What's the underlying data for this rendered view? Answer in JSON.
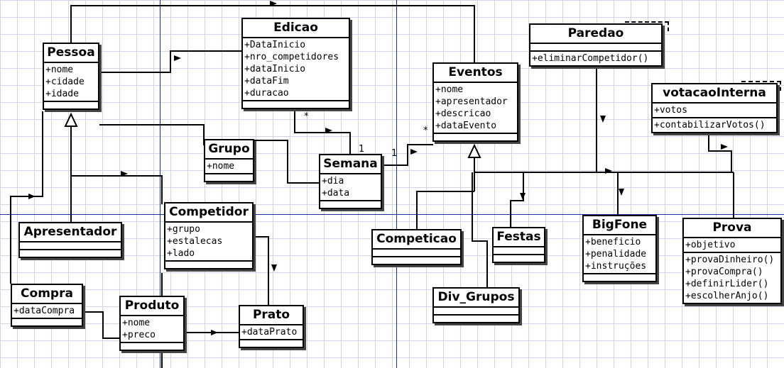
{
  "classes": {
    "pessoa": {
      "name": "Pessoa",
      "attributes": [
        "+nome",
        "+cidade",
        "+idade"
      ],
      "methods": []
    },
    "edicao": {
      "name": "Edicao",
      "attributes": [
        "+DataInicio",
        "+nro_competidores",
        "+dataInicio",
        "+dataFim",
        "+duracao"
      ],
      "methods": []
    },
    "eventos": {
      "name": "Eventos",
      "attributes": [
        "+nome",
        "+apresentador",
        "+descricao",
        "+dataEvento"
      ],
      "methods": []
    },
    "paredao": {
      "name": "Paredao",
      "attributes": [],
      "methods": [
        "+eliminarCompetidor()"
      ]
    },
    "votacao": {
      "name": "votacaoInterna",
      "attributes": [
        "+votos"
      ],
      "methods": [
        "+contabilizarVotos()"
      ]
    },
    "grupo": {
      "name": "Grupo",
      "attributes": [
        "+nome"
      ],
      "methods": []
    },
    "semana": {
      "name": "Semana",
      "attributes": [
        "+dia",
        "+data"
      ],
      "methods": []
    },
    "apresentador": {
      "name": "Apresentador",
      "attributes": [],
      "methods": []
    },
    "competidor": {
      "name": "Competidor",
      "attributes": [
        "+grupo",
        "+estalecas",
        "+lado"
      ],
      "methods": []
    },
    "competicao": {
      "name": "Competicao",
      "attributes": [],
      "methods": []
    },
    "festas": {
      "name": "Festas",
      "attributes": [],
      "methods": []
    },
    "bigfone": {
      "name": "BigFone",
      "attributes": [
        "+beneficio",
        "+penalidade",
        "+instruções"
      ],
      "methods": []
    },
    "prova": {
      "name": "Prova",
      "attributes": [
        "+objetivo"
      ],
      "methods": [
        "+provaDinheiro()",
        "+provaCompra()",
        "+definirLider()",
        "+escolherAnjo()"
      ]
    },
    "compra": {
      "name": "Compra",
      "attributes": [
        "+dataCompra"
      ],
      "methods": []
    },
    "produto": {
      "name": "Produto",
      "attributes": [
        "+nome",
        "+preco"
      ],
      "methods": []
    },
    "prato": {
      "name": "Prato",
      "attributes": [
        "+dataPrato"
      ],
      "methods": []
    },
    "divgrupos": {
      "name": "Div_Grupos",
      "attributes": [],
      "methods": []
    }
  },
  "multiplicities": {
    "edicao_semana_star": "*",
    "semana_edicao_one": "1",
    "semana_eventos_one": "1",
    "eventos_semana_star": "*"
  }
}
